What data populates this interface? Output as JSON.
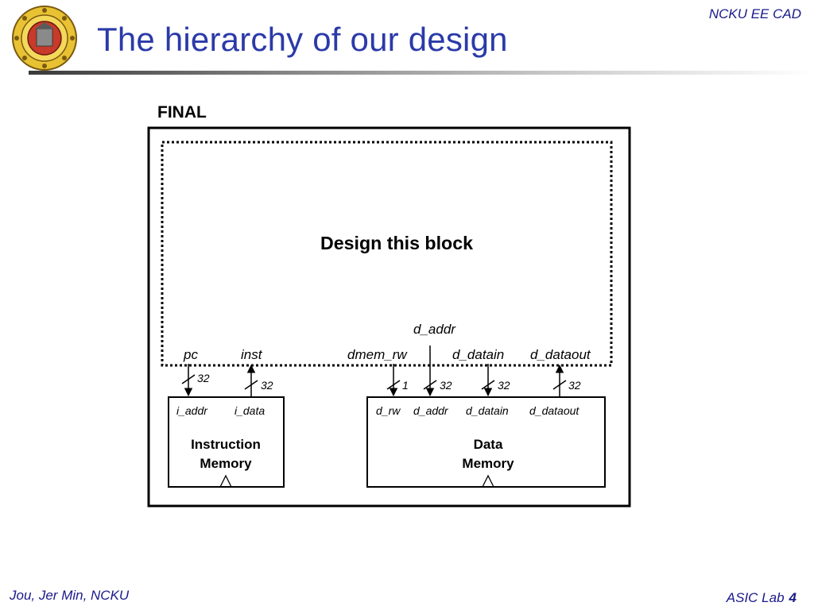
{
  "header": {
    "org": "NCKU EE CAD",
    "title": "The hierarchy of our design"
  },
  "footer": {
    "author": "Jou, Jer Min, NCKU",
    "lab": "ASIC Lab",
    "page": "4"
  },
  "diagram": {
    "outer_label": "FINAL",
    "design_block_label": "Design this block",
    "top_signals": {
      "pc": "pc",
      "inst": "inst",
      "dmem_rw": "dmem_rw",
      "d_addr": "d_addr",
      "d_datain": "d_datain",
      "d_dataout": "d_dataout"
    },
    "bus_widths": {
      "pc": "32",
      "inst": "32",
      "dmem_rw": "1",
      "d_addr": "32",
      "d_datain": "32",
      "d_dataout": "32"
    },
    "instruction_memory": {
      "name_line1": "Instruction",
      "name_line2": "Memory",
      "port_addr": "i_addr",
      "port_data": "i_data"
    },
    "data_memory": {
      "name_line1": "Data",
      "name_line2": "Memory",
      "port_rw": "d_rw",
      "port_addr": "d_addr",
      "port_datain": "d_datain",
      "port_dataout": "d_dataout"
    }
  },
  "colors": {
    "title": "#2b3aa8",
    "header_text": "#1a1a8c",
    "line": "#000000"
  }
}
